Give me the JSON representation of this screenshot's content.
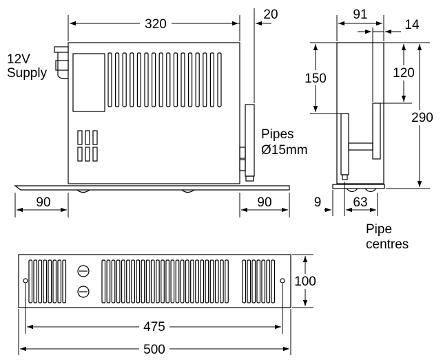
{
  "labels": {
    "supply_line1": "12V",
    "supply_line2": "Supply",
    "pipes_line1": "Pipes",
    "pipes_line2": "Ø15mm",
    "pipe_centres_line1": "Pipe",
    "pipe_centres_line2": "centres"
  },
  "dimensions": {
    "width_320": "320",
    "offset_20": "20",
    "margin_left_90": "90",
    "margin_right_90": "90",
    "depth_91": "91",
    "offset_14": "14",
    "height_150": "150",
    "height_120": "120",
    "height_290": "290",
    "gap_9": "9",
    "pipe_centres_63": "63",
    "front_height_100": "100",
    "fixing_475": "475",
    "overall_500": "500"
  }
}
